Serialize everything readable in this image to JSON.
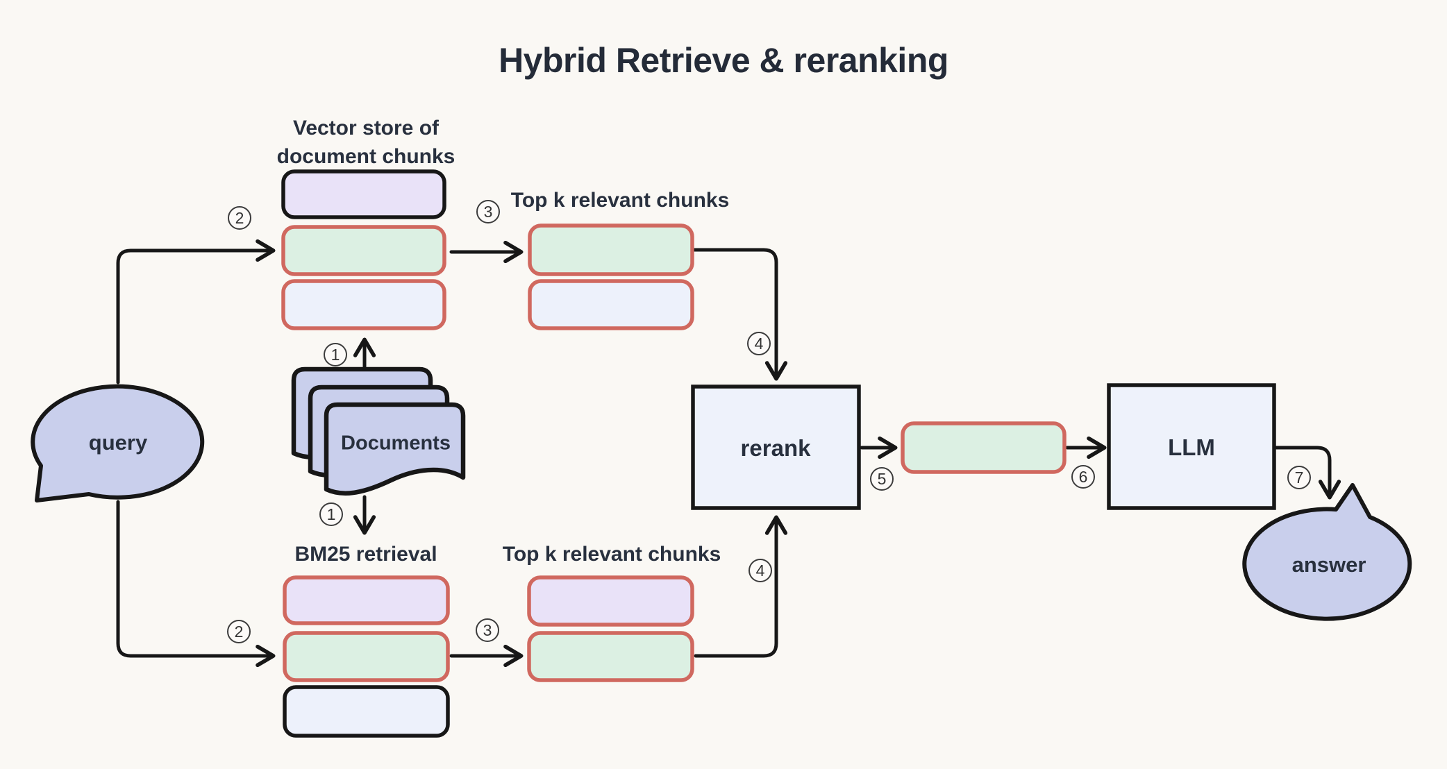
{
  "title": "Hybrid Retrieve & reranking",
  "nodes": {
    "query": "query",
    "vector_store": "Vector store of\ndocument chunks",
    "top_k_vector": "Top k relevant chunks",
    "documents": "Documents",
    "bm25": "BM25 retrieval",
    "top_k_bm25": "Top k relevant chunks",
    "rerank": "rerank",
    "llm": "LLM",
    "answer": "answer"
  },
  "steps": {
    "s1": "1",
    "s2": "2",
    "s3": "3",
    "s4": "4",
    "s5": "5",
    "s6": "6",
    "s7": "7"
  },
  "colors": {
    "background": "#faf8f4",
    "lavender_fill": "#c9cfec",
    "purple_fill": "#e9e2f8",
    "green_fill": "#dcf0e3",
    "blue_fill": "#edf1fb",
    "panel_fill": "#eef2fb",
    "red_stroke": "#d0685f",
    "black_stroke": "#171717",
    "text": "#28303e"
  }
}
